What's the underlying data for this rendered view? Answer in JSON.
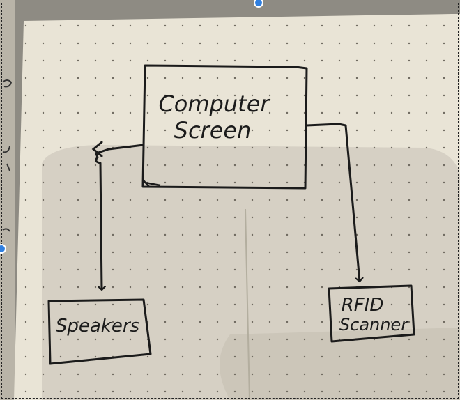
{
  "diagram": {
    "nodes": [
      {
        "id": "computer-screen",
        "lines": [
          "Computer",
          "Screen"
        ]
      },
      {
        "id": "speakers",
        "lines": [
          "Speakers"
        ]
      },
      {
        "id": "rfid-scanner",
        "lines": [
          "RFID",
          "Scanner"
        ]
      }
    ],
    "edges": [
      {
        "from": "computer-screen",
        "to": "speakers"
      },
      {
        "from": "computer-screen",
        "to": "rfid-scanner"
      }
    ]
  },
  "colors": {
    "paper": "#e9e4d6",
    "shadow": "#c6c1b4",
    "ink": "#1b1b1b",
    "dot": "#6f6a60",
    "selection_handle": "#2f7fe0"
  }
}
